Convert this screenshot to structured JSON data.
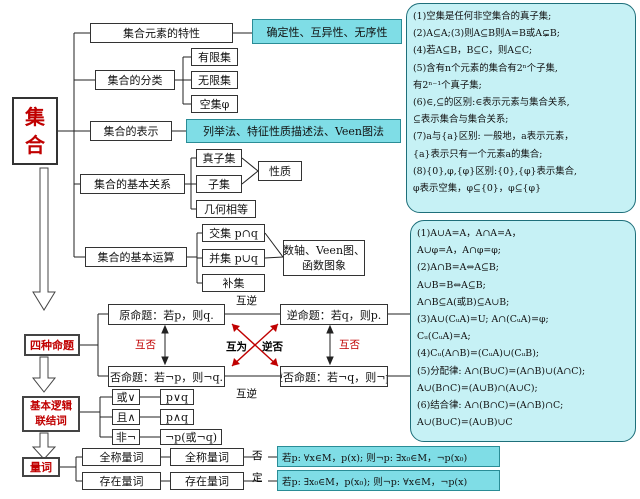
{
  "main_title": [
    "集",
    "合"
  ],
  "set_branches": {
    "traits": "集合元素的特性",
    "traits_detail": "确定性、互异性、无序性",
    "classes": "集合的分类",
    "class_items": [
      "有限集",
      "无限集",
      "空集φ"
    ],
    "representation": "集合的表示",
    "representation_detail": "列举法、特征性质描述法、Veen图法",
    "relations": "集合的基本关系",
    "relation_items": [
      "真子集",
      "子集",
      "几何相等"
    ],
    "relation_note": "性质",
    "operations": "集合的基本运算",
    "operation_items": [
      "交集 p∩q",
      "并集 p∪q",
      "补集"
    ],
    "operation_note": [
      "数轴、Veen图、",
      "函数图象"
    ]
  },
  "panel_top": [
    "(1)空集是任何非空集合的真子集;",
    "(2)A⊆A;(3)则A⊆B则A=B或A⊊B;",
    "(4)若A⊆B，B⊆C，则A⊆C;",
    "(5)含有n个元素的集合有2ⁿ个子集,",
    "有2ⁿ⁻¹个真子集;",
    "(6)∈,⊆的区别:∈表示元素与集合关系,",
    "⊆表示集合与集合关系;",
    "(7)a与{a}区别: 一般地，a表示元素，",
    "{a}表示只有一个元素a的集合;",
    "(8){0},φ,{φ}区别:{0},{φ}表示集合,",
    "φ表示空集，φ⊆{0}，φ⊆{φ}"
  ],
  "panel_bottom": [
    "(1)A∪A=A，A∩A=A，",
    "A∪φ=A，A∩φ=φ;",
    "(2)A∩B=A⇔A⊆B;",
    "A∪B=B⇔A⊆B;",
    "A∩B⊆A(或B)⊆A∪B;",
    "(3)A∪(CᵤA)=U; A∩(CᵤA)=φ;",
    "Cᵤ(CᵤA)=A;",
    "(4)Cᵤ(A∩B)=(CᵤA)∪(CᵤB);",
    "(5)分配律: A∩(B∪C)=(A∩B)∪(A∩C);",
    "A∪(B∩C)=(A∪B)∩(A∪C);",
    "(6)结合律: A∩(B∩C)=(A∩B)∩C;",
    "A∪(B∪C)=(A∪B)∪C"
  ],
  "propositions": {
    "section": "四种命题",
    "original": "原命题：若p，则q.",
    "converse": "逆命题：若q，则p.",
    "inverse": "否命题：若¬p，则¬q.",
    "contrapositive": "逆否命题：若¬q，则¬p.",
    "mutual_converse": "互逆",
    "mutual_negation": "互否",
    "mutual_contrapositive": "互为",
    "contra_label": "逆否"
  },
  "connectives": {
    "section": [
      "基本逻辑",
      "联结词"
    ],
    "ops": [
      "或∨",
      "且∧",
      "非¬"
    ],
    "results": [
      "p∨q",
      "p∧q",
      "¬p(或¬q)"
    ]
  },
  "quantifiers": {
    "section": "量词",
    "universal": "全称量词",
    "existential": "存在量词",
    "neg_label": [
      "否",
      "定"
    ],
    "universal_neg": "若p: ∀x∈M，p(x); 则¬p: ∃x₀∈M，¬p(x₀)",
    "existential_neg": "若p: ∃x₀∈M，p(x₀); 则¬p: ∀x∈M，¬p(x)"
  }
}
